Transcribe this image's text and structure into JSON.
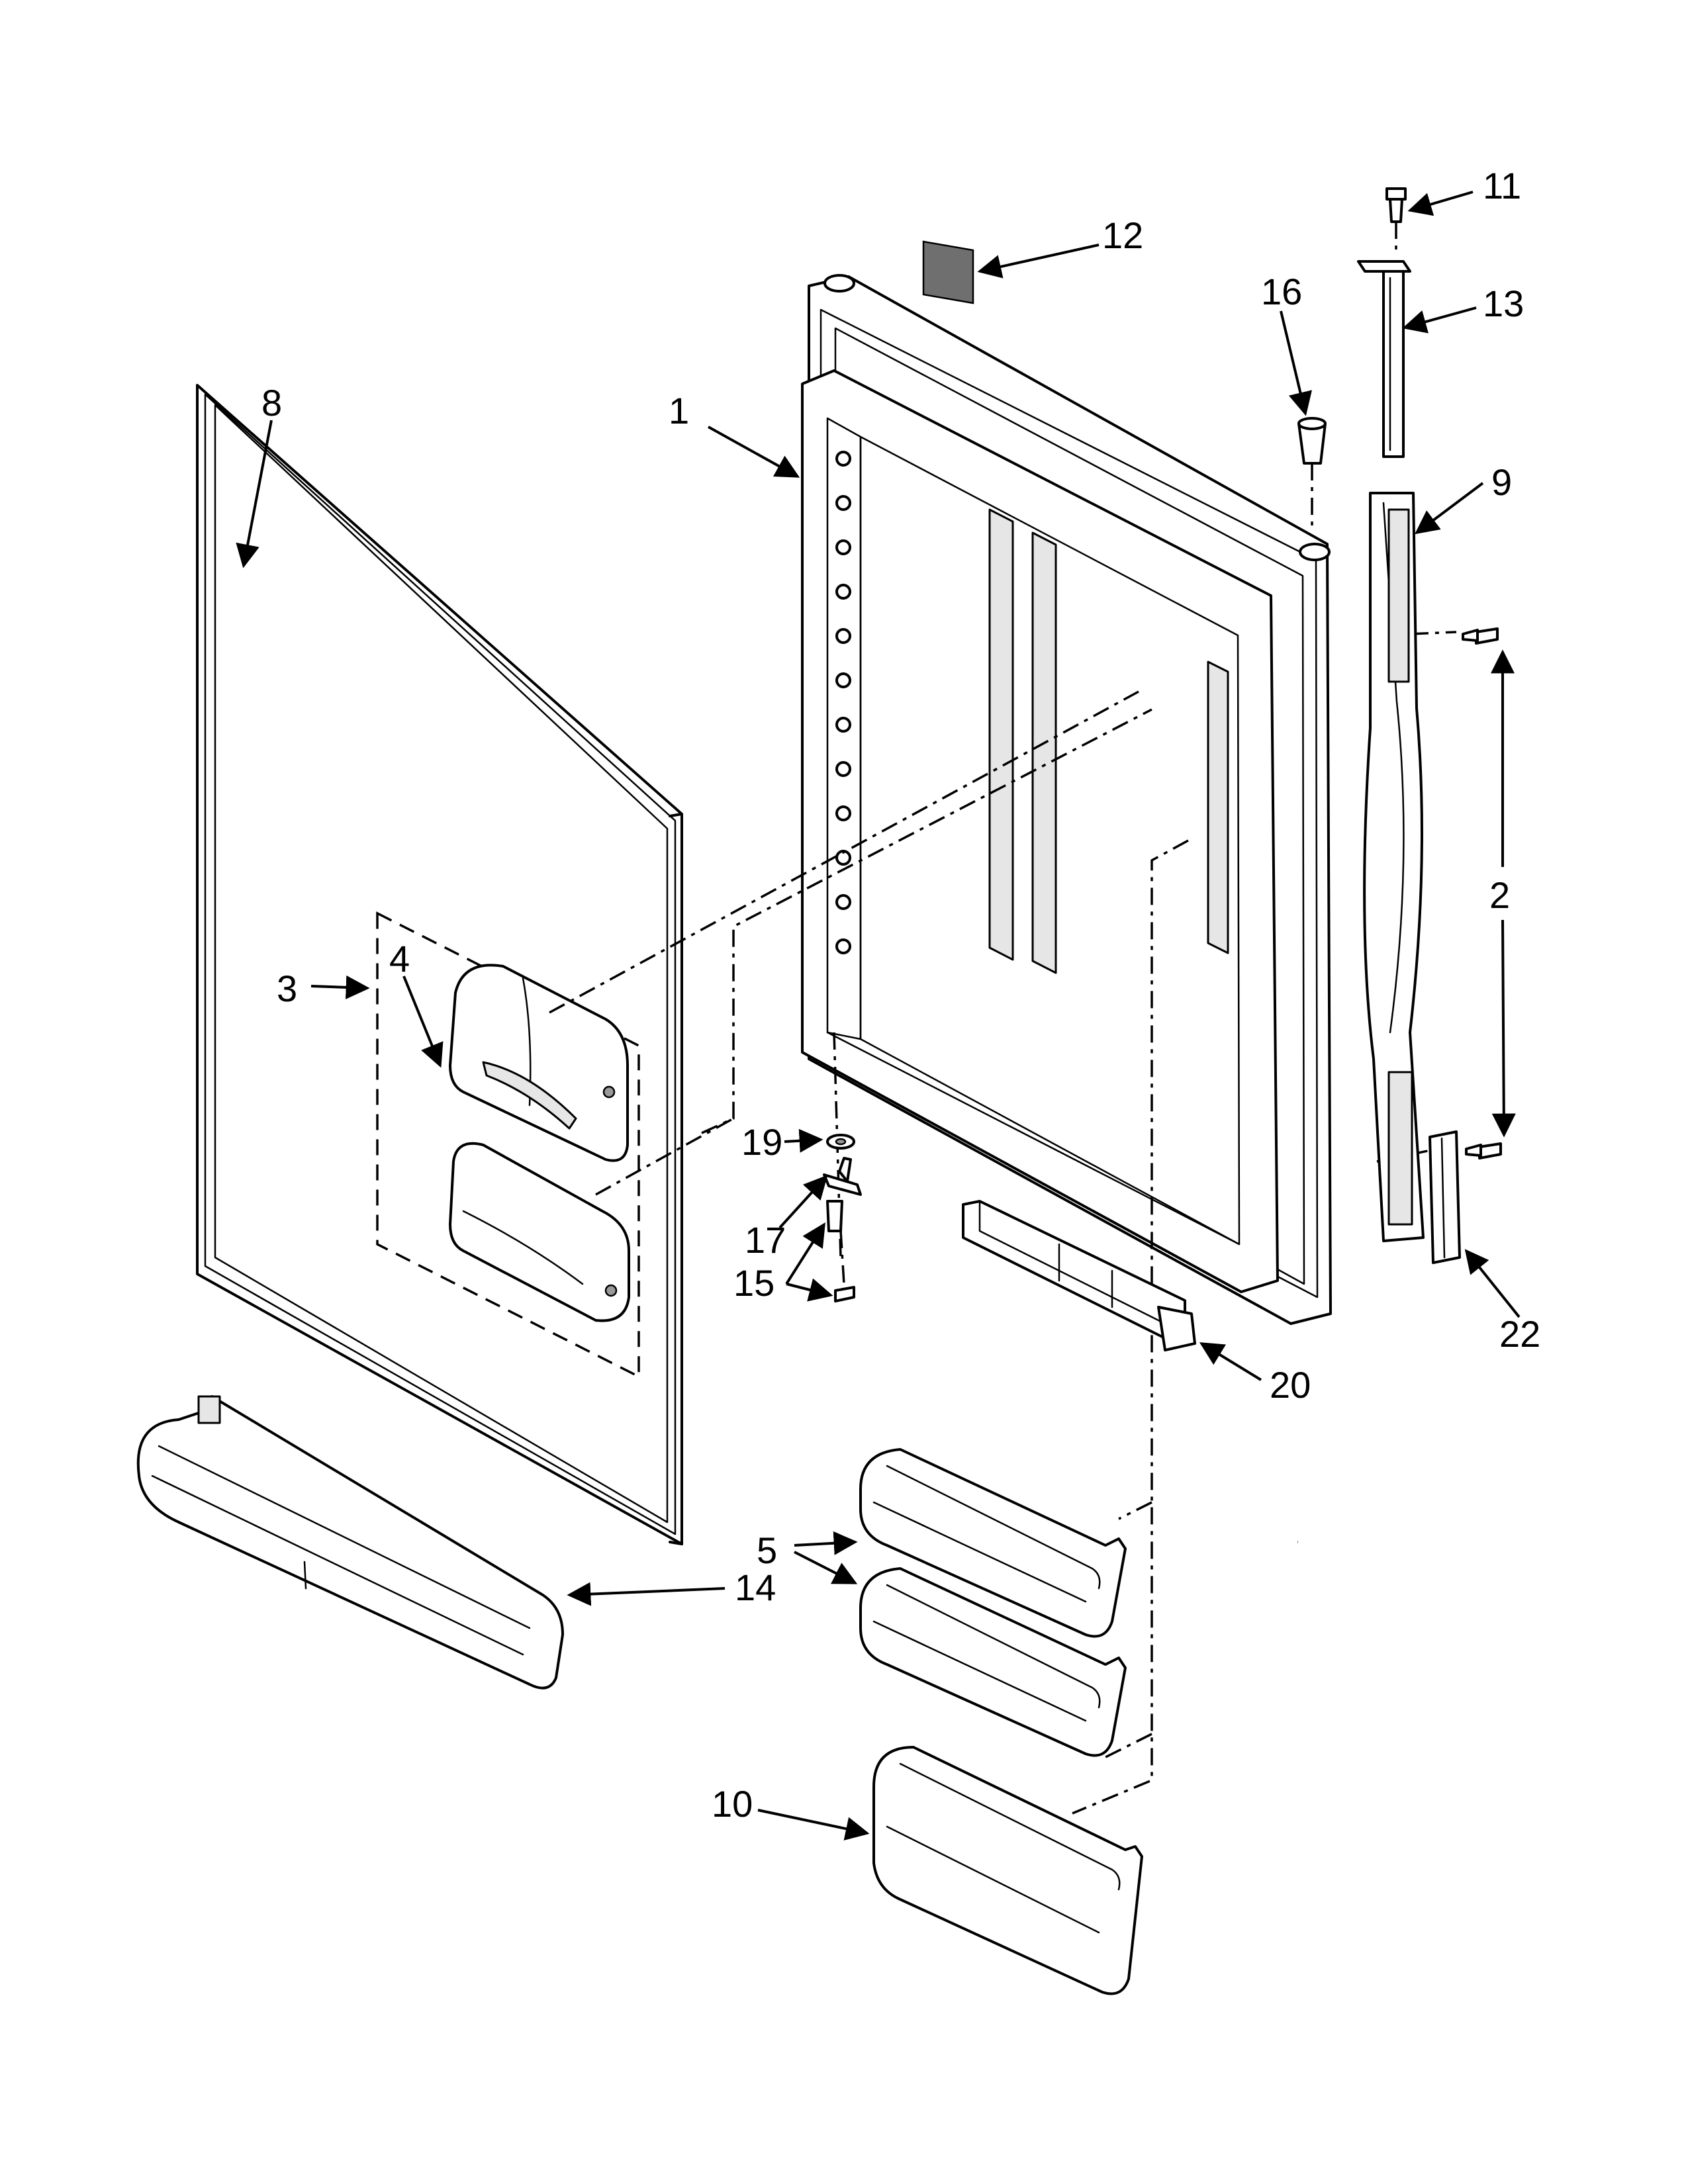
{
  "diagram": {
    "callouts": [
      {
        "id": "c1",
        "label": "1"
      },
      {
        "id": "c2",
        "label": "2"
      },
      {
        "id": "c3",
        "label": "3"
      },
      {
        "id": "c4",
        "label": "4"
      },
      {
        "id": "c5",
        "label": "5"
      },
      {
        "id": "c8",
        "label": "8"
      },
      {
        "id": "c9",
        "label": "9"
      },
      {
        "id": "c10",
        "label": "10"
      },
      {
        "id": "c11",
        "label": "11"
      },
      {
        "id": "c12",
        "label": "12"
      },
      {
        "id": "c13",
        "label": "13"
      },
      {
        "id": "c14",
        "label": "14"
      },
      {
        "id": "c15",
        "label": "15"
      },
      {
        "id": "c16",
        "label": "16"
      },
      {
        "id": "c17",
        "label": "17"
      },
      {
        "id": "c19",
        "label": "19"
      },
      {
        "id": "c20",
        "label": "20"
      },
      {
        "id": "c22",
        "label": "22"
      }
    ]
  }
}
